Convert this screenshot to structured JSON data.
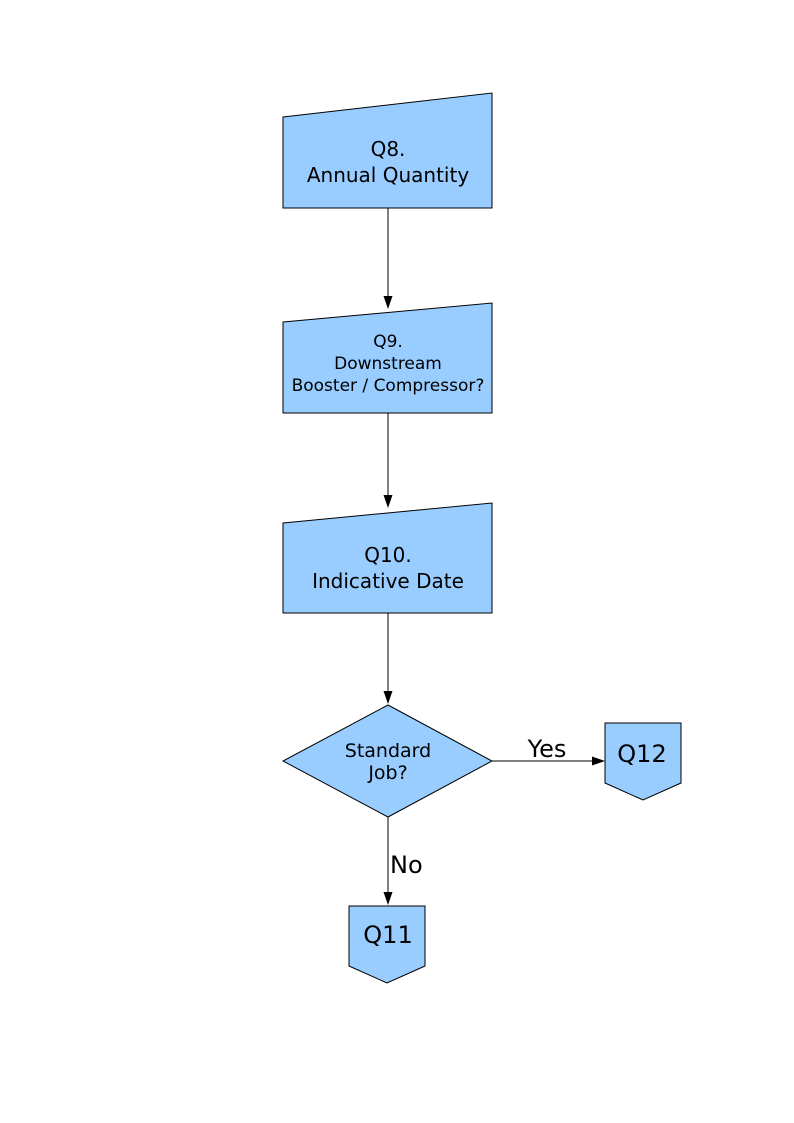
{
  "diagram": {
    "type": "flowchart",
    "background": "#FFFFFF",
    "colors": {
      "node_fill": "#99CCFF",
      "node_stroke": "#000000",
      "connector": "#000000",
      "text": "#000000"
    },
    "nodes": [
      {
        "id": "q8",
        "shape": "slanted-top-box",
        "lines": [
          "Q8.",
          "Annual Quantity"
        ]
      },
      {
        "id": "q9",
        "shape": "slanted-top-box",
        "lines": [
          "Q9.",
          "Downstream",
          "Booster / Compressor?"
        ]
      },
      {
        "id": "q10",
        "shape": "slanted-top-box",
        "lines": [
          "Q10.",
          "Indicative Date"
        ]
      },
      {
        "id": "standard-job",
        "shape": "decision-diamond",
        "lines": [
          "Standard",
          "Job?"
        ]
      },
      {
        "id": "q12",
        "shape": "off-page-connector",
        "lines": [
          "Q12"
        ]
      },
      {
        "id": "q11",
        "shape": "off-page-connector",
        "lines": [
          "Q11"
        ]
      }
    ],
    "edges": [
      {
        "from": "q8",
        "to": "q9",
        "label": ""
      },
      {
        "from": "q9",
        "to": "q10",
        "label": ""
      },
      {
        "from": "q10",
        "to": "standard-job",
        "label": ""
      },
      {
        "from": "standard-job",
        "to": "q12",
        "label": "Yes"
      },
      {
        "from": "standard-job",
        "to": "q11",
        "label": "No"
      }
    ]
  }
}
